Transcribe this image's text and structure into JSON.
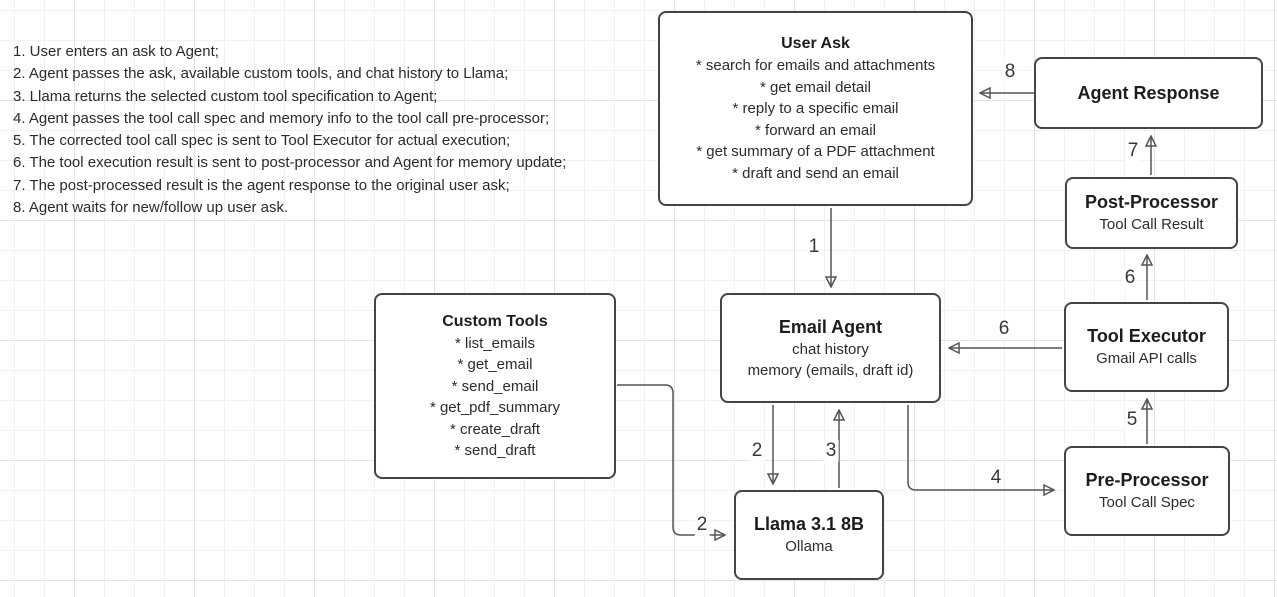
{
  "notes": {
    "items": [
      "1. User enters an ask to Agent;",
      "2. Agent passes the ask, available custom tools, and chat history to Llama;",
      "3. Llama returns the selected custom tool specification to Agent;",
      "4. Agent passes the tool call spec and memory info to the tool call pre-processor;",
      "5. The corrected tool call spec is sent to Tool Executor for actual execution;",
      "6. The tool execution result is sent to post-processor and Agent for memory update;",
      "7. The post-processed result is the agent response to the original user ask;",
      "8. Agent waits for new/follow up user ask."
    ]
  },
  "nodes": {
    "user_ask": {
      "title": "User Ask",
      "items": [
        "* search for emails and attachments",
        "* get email detail",
        "* reply to a specific email",
        "* forward an email",
        "* get summary of a PDF attachment",
        "* draft and send an email"
      ]
    },
    "agent_response": {
      "title": "Agent Response"
    },
    "post_processor": {
      "title": "Post-Processor",
      "subtitle": "Tool Call Result"
    },
    "tool_executor": {
      "title": "Tool Executor",
      "subtitle": "Gmail API calls"
    },
    "pre_processor": {
      "title": "Pre-Processor",
      "subtitle": "Tool Call Spec"
    },
    "email_agent": {
      "title": "Email Agent",
      "lines": [
        "chat history",
        "memory (emails, draft id)"
      ]
    },
    "custom_tools": {
      "title": "Custom Tools",
      "items": [
        "* list_emails",
        "* get_email",
        "* send_email",
        "* get_pdf_summary",
        "* create_draft",
        "* send_draft"
      ]
    },
    "llama": {
      "title": "Llama 3.1 8B",
      "subtitle": "Ollama"
    }
  },
  "edge_labels": {
    "step1": "1",
    "step2_agent_to_llama": "2",
    "step2_tools_to_llama": "2",
    "step3": "3",
    "step4": "4",
    "step5": "5",
    "step6_to_postprocessor": "6",
    "step6_to_agent": "6",
    "step7": "7",
    "step8": "8"
  },
  "colors": {
    "node_border": "#3f454c",
    "edge_stroke": "#50555c",
    "grid_minor": "#f1f1f1",
    "grid_major": "#e3e3e3",
    "text": "#2c2c2c"
  }
}
